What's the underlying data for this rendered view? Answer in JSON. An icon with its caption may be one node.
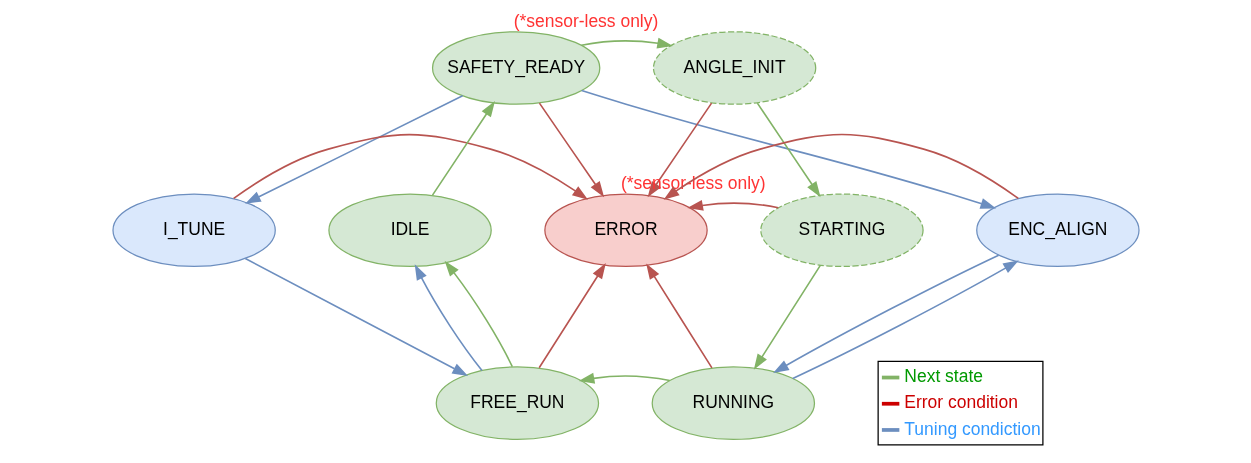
{
  "diagram": {
    "nodes": [
      {
        "text": [
          "SAFETY_READY"
        ]
      },
      {
        "text": [
          "ANGLE_INIT"
        ],
        "beside": [
          "(*sensor-less only)"
        ]
      },
      {
        "text": [
          "I_TUNE"
        ]
      },
      {
        "text": [
          "IDLE"
        ]
      },
      {
        "text": [
          "ERROR"
        ]
      },
      {
        "text": [
          "STARTING"
        ],
        "beside": [
          "(*sensor-less only)"
        ]
      },
      {
        "text": [
          "ENC_ALIGN"
        ]
      },
      {
        "text": [
          "FREE_RUN"
        ]
      },
      {
        "text": [
          "RUNNING"
        ]
      }
    ],
    "edges": [
      {
        "from": 0,
        "to": 1,
        "arrow": "to",
        "color": "#82b366"
      },
      {
        "from": 0,
        "to": 2,
        "arrow": "to",
        "color": "#6c8ebf"
      },
      {
        "from": 0,
        "to": 6,
        "arrow": "to",
        "color": "#6c8ebf"
      },
      {
        "from": 0,
        "to": 4,
        "arrow": "to"
      },
      {
        "from": 1,
        "to": 4,
        "arrow": "to"
      },
      {
        "from": 1,
        "to": 5,
        "arrow": "to",
        "color": "#82b366"
      },
      {
        "from": 3,
        "to": 0,
        "arrow": "to",
        "color": "#82b366"
      },
      {
        "from": 2,
        "to": 4,
        "arrow": "to"
      },
      {
        "from": 6,
        "to": 4,
        "arrow": "to"
      },
      {
        "from": 5,
        "to": 4,
        "arrow": "to"
      },
      {
        "from": 2,
        "to": 7,
        "arrow": "to",
        "color": "#6c8ebf"
      },
      {
        "from": 7,
        "to": 3,
        "arrow": "to",
        "color": "#6c8ebf"
      },
      {
        "from": 7,
        "to": 3,
        "arrow": "to",
        "color": "#82b366"
      },
      {
        "from": 7,
        "to": 4,
        "arrow": "to"
      },
      {
        "from": 8,
        "to": 4,
        "arrow": "to"
      },
      {
        "from": 8,
        "to": 7,
        "arrow": "to",
        "color": "#82b366"
      },
      {
        "from": 5,
        "to": 8,
        "arrow": "to",
        "color": "#82b366"
      },
      {
        "from": 6,
        "to": 8,
        "arrow": "to",
        "color": "#6c8ebf"
      },
      {
        "from": 8,
        "to": 6,
        "arrow": "to",
        "color": "#6c8ebf"
      }
    ],
    "legend": [
      {
        "text": "Next state"
      },
      {
        "text": "Error condition"
      },
      {
        "text": "Tuning condiction"
      }
    ]
  }
}
